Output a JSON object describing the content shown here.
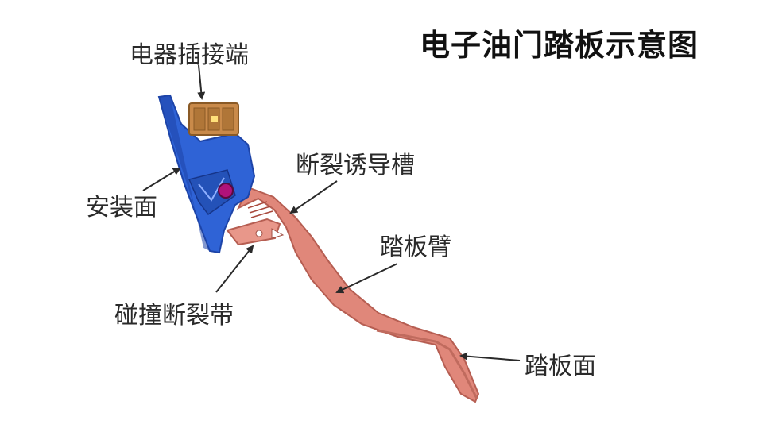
{
  "diagram": {
    "title": "电子油门踏板示意图",
    "labels": {
      "connector": "电器插接端",
      "mounting_face": "安装面",
      "fracture_groove": "断裂诱导槽",
      "pedal_arm": "踏板臂",
      "collision_band": "碰撞断裂带",
      "pedal_face": "踏板面"
    },
    "colors": {
      "bracket": "#2f63d6",
      "bracket_dark": "#1d44a8",
      "connector": "#c98a4a",
      "pedal": "#e0877a",
      "pedal_dark": "#b65e52",
      "pivot": "#b0127a",
      "arrow": "#2a2a2a"
    }
  }
}
